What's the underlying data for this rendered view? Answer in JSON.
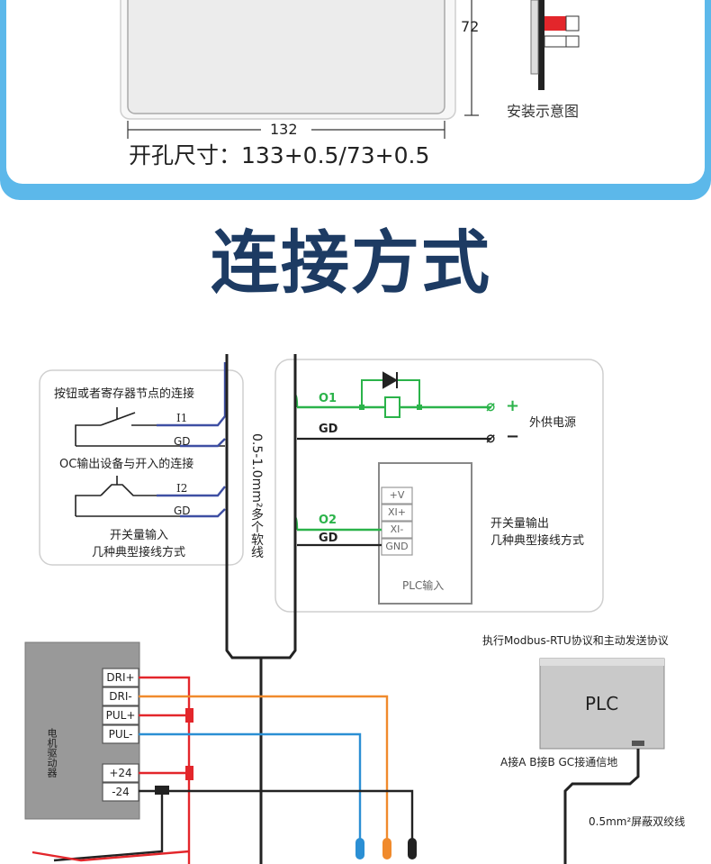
{
  "dimension_height": "72",
  "dimension_width": "132",
  "install_diagram_label": "安装示意图",
  "cutout_text": "开孔尺寸：133+0.5/73+0.5",
  "section_title": "连接方式",
  "switch_input": {
    "title": "按钮或者寄存器节点的连接",
    "i1": "I1",
    "gd1": "GD",
    "oc_title": "OC输出设备与开入的连接",
    "i2": "I2",
    "gd2": "GD",
    "caption_line1": "开关量输入",
    "caption_line2": "几种典型接线方式"
  },
  "cable_label": "0.5-1.0mm²多个软线",
  "switch_output": {
    "o1": "O1",
    "gd1": "GD",
    "plus": "+",
    "minus": "−",
    "ext_power": "外供电源",
    "o2": "O2",
    "gd2": "GD",
    "plc_pins": [
      "+V",
      "XI+",
      "XI-",
      "GND"
    ],
    "plc_input": "PLC输入",
    "caption_line1": "开关量输出",
    "caption_line2": "几种典型接线方式"
  },
  "motor_driver": {
    "name": "电机驱动器",
    "pins": [
      "DRI+",
      "DRI-",
      "PUL+",
      "PUL-"
    ],
    "power_pins": [
      "+24",
      "-24"
    ]
  },
  "plc_box": {
    "protocol": "执行Modbus-RTU协议和主动发送协议",
    "label": "PLC",
    "wiring": "A接A B接B GC接通信地",
    "cable": "0.5mm²屏蔽双绞线"
  },
  "colors": {
    "accent_blue": "#5cb8ea",
    "title_navy": "#1d3b63",
    "wire_green": "#2bb34a",
    "wire_red": "#e3262b",
    "wire_orange": "#f08a2c",
    "wire_blue": "#2b8fd4",
    "wire_navy": "#3e4fa3"
  }
}
